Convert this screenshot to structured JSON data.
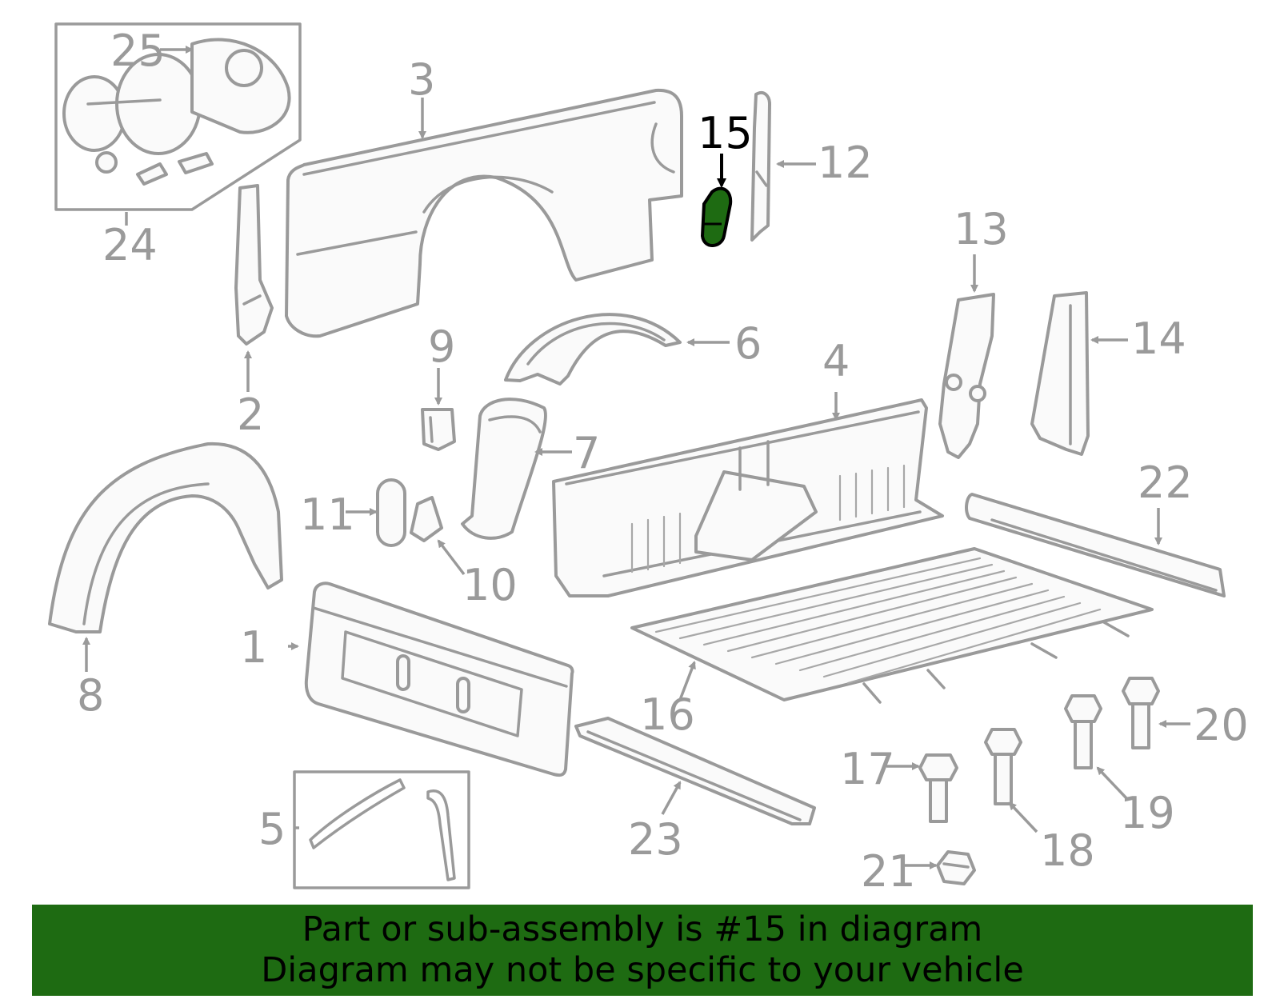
{
  "highlighted_part": "15",
  "callouts": [
    "1",
    "2",
    "3",
    "4",
    "5",
    "6",
    "7",
    "8",
    "9",
    "10",
    "11",
    "12",
    "13",
    "14",
    "15",
    "16",
    "17",
    "18",
    "19",
    "20",
    "21",
    "22",
    "23",
    "24",
    "25"
  ],
  "banner": {
    "line1": "Part or sub-assembly is #15 in diagram",
    "line2": "Diagram may not be specific to your vehicle"
  },
  "colors": {
    "highlight": "#1e6b12",
    "outline": "#9a9a9a",
    "banner": "#1e6b12"
  }
}
